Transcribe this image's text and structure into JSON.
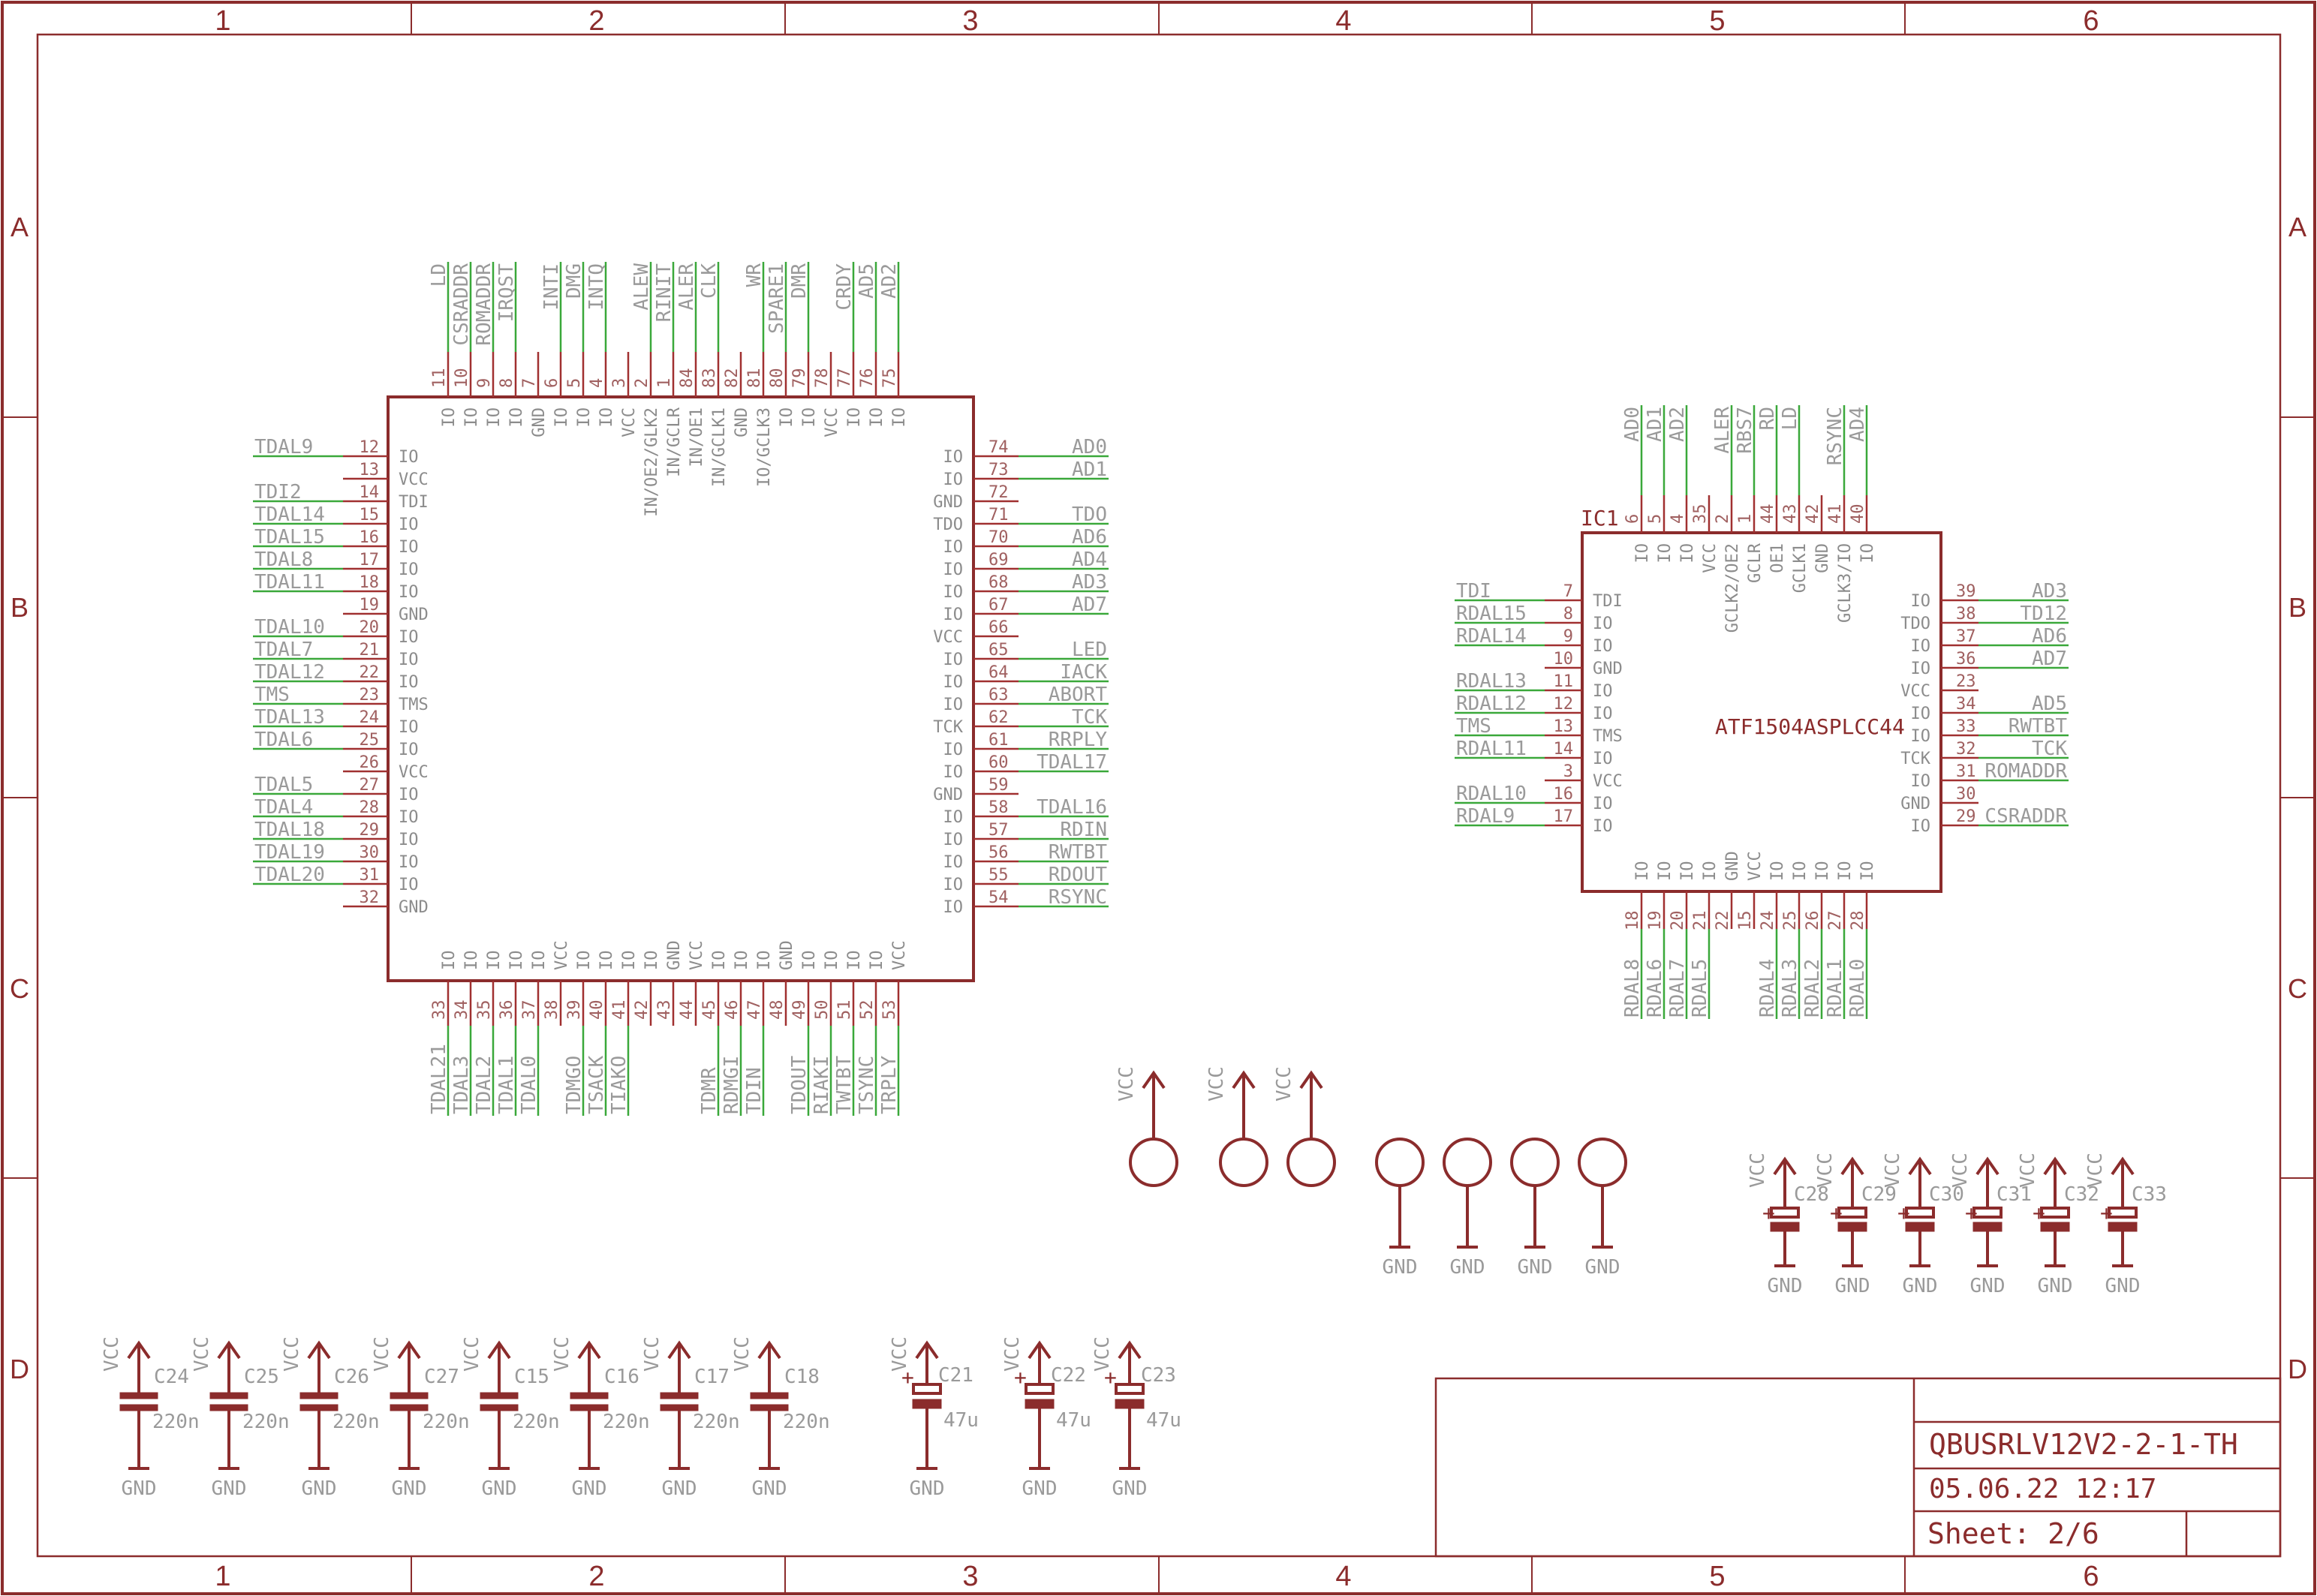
{
  "frame": {
    "columns": [
      "1",
      "2",
      "3",
      "4",
      "5",
      "6"
    ],
    "rows": [
      "A",
      "B",
      "C",
      "D"
    ]
  },
  "ic_left": {
    "left_pins": [
      {
        "num": "12",
        "name": "IO",
        "net": "TDAL9"
      },
      {
        "num": "13",
        "name": "VCC",
        "net": ""
      },
      {
        "num": "14",
        "name": "TDI",
        "net": "TDI2"
      },
      {
        "num": "15",
        "name": "IO",
        "net": "TDAL14"
      },
      {
        "num": "16",
        "name": "IO",
        "net": "TDAL15"
      },
      {
        "num": "17",
        "name": "IO",
        "net": "TDAL8"
      },
      {
        "num": "18",
        "name": "IO",
        "net": "TDAL11"
      },
      {
        "num": "19",
        "name": "GND",
        "net": ""
      },
      {
        "num": "20",
        "name": "IO",
        "net": "TDAL10"
      },
      {
        "num": "21",
        "name": "IO",
        "net": "TDAL7"
      },
      {
        "num": "22",
        "name": "IO",
        "net": "TDAL12"
      },
      {
        "num": "23",
        "name": "TMS",
        "net": "TMS"
      },
      {
        "num": "24",
        "name": "IO",
        "net": "TDAL13"
      },
      {
        "num": "25",
        "name": "IO",
        "net": "TDAL6"
      },
      {
        "num": "26",
        "name": "VCC",
        "net": ""
      },
      {
        "num": "27",
        "name": "IO",
        "net": "TDAL5"
      },
      {
        "num": "28",
        "name": "IO",
        "net": "TDAL4"
      },
      {
        "num": "29",
        "name": "IO",
        "net": "TDAL18"
      },
      {
        "num": "30",
        "name": "IO",
        "net": "TDAL19"
      },
      {
        "num": "31",
        "name": "IO",
        "net": "TDAL20"
      },
      {
        "num": "32",
        "name": "GND",
        "net": ""
      }
    ],
    "right_pins": [
      {
        "num": "74",
        "name": "IO",
        "net": "AD0"
      },
      {
        "num": "73",
        "name": "IO",
        "net": "AD1"
      },
      {
        "num": "72",
        "name": "GND",
        "net": ""
      },
      {
        "num": "71",
        "name": "TDO",
        "net": "TDO"
      },
      {
        "num": "70",
        "name": "IO",
        "net": "AD6"
      },
      {
        "num": "69",
        "name": "IO",
        "net": "AD4"
      },
      {
        "num": "68",
        "name": "IO",
        "net": "AD3"
      },
      {
        "num": "67",
        "name": "IO",
        "net": "AD7"
      },
      {
        "num": "66",
        "name": "VCC",
        "net": ""
      },
      {
        "num": "65",
        "name": "IO",
        "net": "LED"
      },
      {
        "num": "64",
        "name": "IO",
        "net": "IACK"
      },
      {
        "num": "63",
        "name": "IO",
        "net": "ABORT"
      },
      {
        "num": "62",
        "name": "TCK",
        "net": "TCK"
      },
      {
        "num": "61",
        "name": "IO",
        "net": "RRPLY"
      },
      {
        "num": "60",
        "name": "IO",
        "net": "TDAL17"
      },
      {
        "num": "59",
        "name": "GND",
        "net": ""
      },
      {
        "num": "58",
        "name": "IO",
        "net": "TDAL16"
      },
      {
        "num": "57",
        "name": "IO",
        "net": "RDIN"
      },
      {
        "num": "56",
        "name": "IO",
        "net": "RWTBT"
      },
      {
        "num": "55",
        "name": "IO",
        "net": "RDOUT"
      },
      {
        "num": "54",
        "name": "IO",
        "net": "RSYNC"
      }
    ],
    "top_pins": [
      {
        "num": "11",
        "name": "IO",
        "net": "LD"
      },
      {
        "num": "10",
        "name": "IO",
        "net": "CSRADDR"
      },
      {
        "num": "9",
        "name": "IO",
        "net": "ROMADDR"
      },
      {
        "num": "8",
        "name": "IO",
        "net": "IRQST"
      },
      {
        "num": "7",
        "name": "GND",
        "net": ""
      },
      {
        "num": "6",
        "name": "IO",
        "net": "INTI"
      },
      {
        "num": "5",
        "name": "IO",
        "net": "DMG"
      },
      {
        "num": "4",
        "name": "IO",
        "net": "INTQ"
      },
      {
        "num": "3",
        "name": "VCC",
        "net": ""
      },
      {
        "num": "2",
        "name": "IN/OE2/GLK2",
        "net": "ALEW"
      },
      {
        "num": "1",
        "name": "IN/GCLR",
        "net": "RINIT"
      },
      {
        "num": "84",
        "name": "IN/OE1",
        "net": "ALER"
      },
      {
        "num": "83",
        "name": "IN/GCLK1",
        "net": "CLK"
      },
      {
        "num": "82",
        "name": "GND",
        "net": ""
      },
      {
        "num": "81",
        "name": "IO/GCLK3",
        "net": "WR"
      },
      {
        "num": "80",
        "name": "IO",
        "net": "SPARE1"
      },
      {
        "num": "79",
        "name": "IO",
        "net": "DMR"
      },
      {
        "num": "78",
        "name": "VCC",
        "net": ""
      },
      {
        "num": "77",
        "name": "IO",
        "net": "CRDY"
      },
      {
        "num": "76",
        "name": "IO",
        "net": "AD5"
      },
      {
        "num": "75",
        "name": "IO",
        "net": "AD2"
      }
    ],
    "bottom_pins": [
      {
        "num": "33",
        "name": "IO",
        "net": "TDAL21"
      },
      {
        "num": "34",
        "name": "IO",
        "net": "TDAL3"
      },
      {
        "num": "35",
        "name": "IO",
        "net": "TDAL2"
      },
      {
        "num": "36",
        "name": "IO",
        "net": "TDAL1"
      },
      {
        "num": "37",
        "name": "IO",
        "net": "TDAL0"
      },
      {
        "num": "38",
        "name": "VCC",
        "net": ""
      },
      {
        "num": "39",
        "name": "IO",
        "net": "TDMGO"
      },
      {
        "num": "40",
        "name": "IO",
        "net": "TSACK"
      },
      {
        "num": "41",
        "name": "IO",
        "net": "TIAKO"
      },
      {
        "num": "42",
        "name": "IO",
        "net": ""
      },
      {
        "num": "43",
        "name": "GND",
        "net": ""
      },
      {
        "num": "44",
        "name": "VCC",
        "net": ""
      },
      {
        "num": "45",
        "name": "IO",
        "net": "TDMR"
      },
      {
        "num": "46",
        "name": "IO",
        "net": "RDMGI"
      },
      {
        "num": "47",
        "name": "IO",
        "net": "TDIN"
      },
      {
        "num": "48",
        "name": "GND",
        "net": ""
      },
      {
        "num": "49",
        "name": "IO",
        "net": "TDOUT"
      },
      {
        "num": "50",
        "name": "IO",
        "net": "RIAKI"
      },
      {
        "num": "51",
        "name": "IO",
        "net": "TWTBT"
      },
      {
        "num": "52",
        "name": "IO",
        "net": "TSYNC"
      },
      {
        "num": "53",
        "name": "VCC",
        "net": "TRPLY"
      }
    ]
  },
  "ic1": {
    "ref": "IC1",
    "value": "ATF1504ASPLCC44",
    "left_pins": [
      {
        "num": "7",
        "name": "TDI",
        "net": "TDI"
      },
      {
        "num": "8",
        "name": "IO",
        "net": "RDAL15"
      },
      {
        "num": "9",
        "name": "IO",
        "net": "RDAL14"
      },
      {
        "num": "10",
        "name": "GND",
        "net": ""
      },
      {
        "num": "11",
        "name": "IO",
        "net": "RDAL13"
      },
      {
        "num": "12",
        "name": "IO",
        "net": "RDAL12"
      },
      {
        "num": "13",
        "name": "TMS",
        "net": "TMS"
      },
      {
        "num": "14",
        "name": "IO",
        "net": "RDAL11"
      },
      {
        "num": "3",
        "name": "VCC",
        "net": ""
      },
      {
        "num": "16",
        "name": "IO",
        "net": "RDAL10"
      },
      {
        "num": "17",
        "name": "IO",
        "net": "RDAL9"
      }
    ],
    "right_pins": [
      {
        "num": "39",
        "name": "IO",
        "net": "AD3"
      },
      {
        "num": "38",
        "name": "TDO",
        "net": "TD12"
      },
      {
        "num": "37",
        "name": "IO",
        "net": "AD6"
      },
      {
        "num": "36",
        "name": "IO",
        "net": "AD7"
      },
      {
        "num": "23",
        "name": "VCC",
        "net": ""
      },
      {
        "num": "34",
        "name": "IO",
        "net": "AD5"
      },
      {
        "num": "33",
        "name": "IO",
        "net": "RWTBT"
      },
      {
        "num": "32",
        "name": "TCK",
        "net": "TCK"
      },
      {
        "num": "31",
        "name": "IO",
        "net": "ROMADDR"
      },
      {
        "num": "30",
        "name": "GND",
        "net": ""
      },
      {
        "num": "29",
        "name": "IO",
        "net": "CSRADDR"
      }
    ],
    "top_pins": [
      {
        "num": "6",
        "name": "IO",
        "net": "AD0"
      },
      {
        "num": "5",
        "name": "IO",
        "net": "AD1"
      },
      {
        "num": "4",
        "name": "IO",
        "net": "AD2"
      },
      {
        "num": "35",
        "name": "VCC",
        "net": ""
      },
      {
        "num": "2",
        "name": "GCLK2/OE2",
        "net": "ALER"
      },
      {
        "num": "1",
        "name": "GCLR",
        "net": "RBS7"
      },
      {
        "num": "44",
        "name": "OE1",
        "net": "RD"
      },
      {
        "num": "43",
        "name": "GCLK1",
        "net": "LD"
      },
      {
        "num": "42",
        "name": "GND",
        "net": ""
      },
      {
        "num": "41",
        "name": "GCLK3/IO",
        "net": "RSYNC"
      },
      {
        "num": "40",
        "name": "IO",
        "net": "AD4"
      }
    ],
    "bottom_pins": [
      {
        "num": "18",
        "name": "IO",
        "net": "RDAL8"
      },
      {
        "num": "19",
        "name": "IO",
        "net": "RDAL6"
      },
      {
        "num": "20",
        "name": "IO",
        "net": "RDAL7"
      },
      {
        "num": "21",
        "name": "IO",
        "net": "RDAL5"
      },
      {
        "num": "22",
        "name": "GND",
        "net": ""
      },
      {
        "num": "15",
        "name": "VCC",
        "net": ""
      },
      {
        "num": "24",
        "name": "IO",
        "net": "RDAL4"
      },
      {
        "num": "25",
        "name": "IO",
        "net": "RDAL3"
      },
      {
        "num": "26",
        "name": "IO",
        "net": "RDAL2"
      },
      {
        "num": "27",
        "name": "IO",
        "net": "RDAL1"
      },
      {
        "num": "28",
        "name": "IO",
        "net": "RDAL0"
      }
    ]
  },
  "power_labels": {
    "vcc": "VCC",
    "gnd": "GND"
  },
  "ceramic_caps": [
    {
      "ref": "C24",
      "value": "220n"
    },
    {
      "ref": "C25",
      "value": "220n"
    },
    {
      "ref": "C26",
      "value": "220n"
    },
    {
      "ref": "C27",
      "value": "220n"
    },
    {
      "ref": "C15",
      "value": "220n"
    },
    {
      "ref": "C16",
      "value": "220n"
    },
    {
      "ref": "C17",
      "value": "220n"
    },
    {
      "ref": "C18",
      "value": "220n"
    }
  ],
  "electrolytic_caps": [
    {
      "ref": "C21",
      "value": "47u"
    },
    {
      "ref": "C22",
      "value": "47u"
    },
    {
      "ref": "C23",
      "value": "47u"
    }
  ],
  "tantalum_caps": [
    {
      "ref": "C28"
    },
    {
      "ref": "C29"
    },
    {
      "ref": "C30"
    },
    {
      "ref": "C31"
    },
    {
      "ref": "C32"
    },
    {
      "ref": "C33"
    }
  ],
  "title_block": {
    "name": "QBUSRLV12V2-2-1-TH",
    "date": "05.06.22 12:17",
    "sheet": "Sheet: 2/6"
  }
}
